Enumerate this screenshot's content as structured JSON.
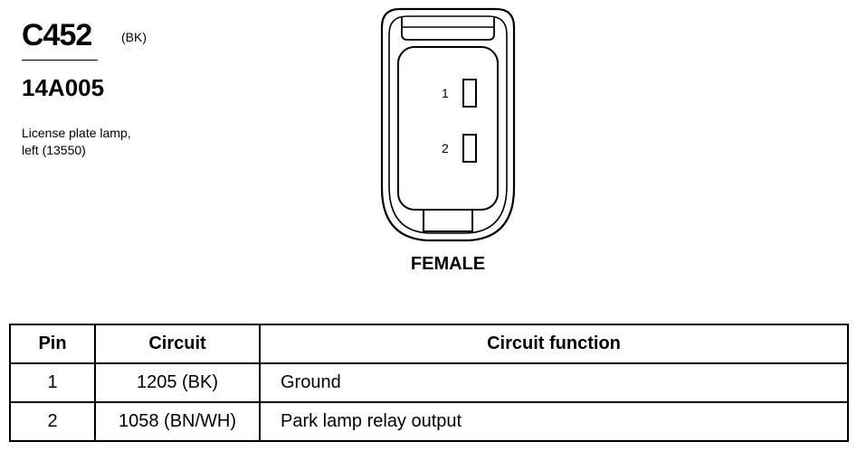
{
  "header": {
    "connector_id": "C452",
    "connector_color": "(BK)",
    "part_number": "14A005",
    "description_lines": [
      "License plate lamp,",
      "left (13550)"
    ]
  },
  "diagram": {
    "view_label": "FEMALE",
    "pins": [
      {
        "label": "1"
      },
      {
        "label": "2"
      }
    ]
  },
  "table": {
    "headers": [
      "Pin",
      "Circuit",
      "Circuit function"
    ],
    "rows": [
      {
        "pin": "1",
        "circuit": "1205 (BK)",
        "function": "Ground"
      },
      {
        "pin": "2",
        "circuit": "1058 (BN/WH)",
        "function": "Park lamp relay output"
      }
    ]
  }
}
